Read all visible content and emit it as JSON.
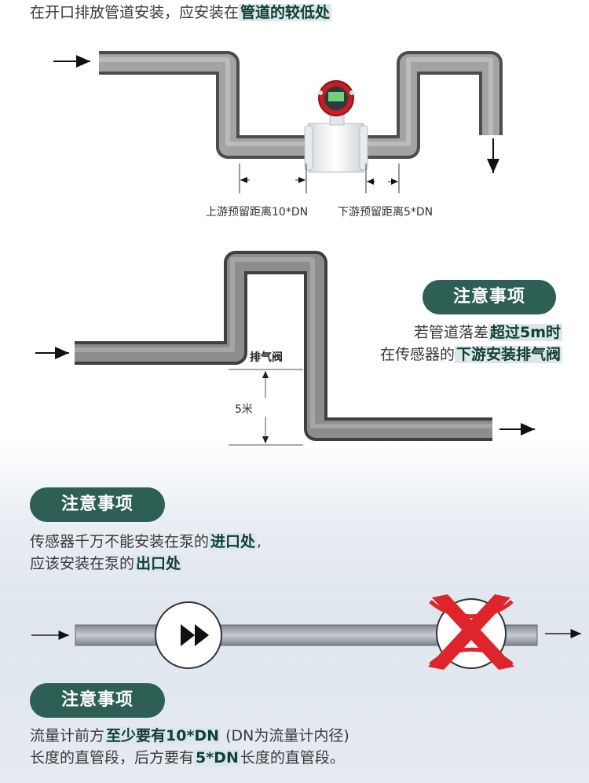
{
  "section1": {
    "intro_plain": "在开口排放管道安装，应安装在",
    "intro_highlight": "管道的较低处",
    "upstream_label": "上游预留距离10*DN",
    "downstream_label": "下游预留距离5*DN"
  },
  "section2": {
    "badge": "注意事项",
    "line1_plain": "若管道落差",
    "line1_highlight": "超过5m时",
    "line2_plain": "在传感器的",
    "line2_highlight": "下游安装排气阀",
    "valve_label": "排气阀",
    "height_label": "5米"
  },
  "section3": {
    "badge": "注意事项",
    "line1_plain": "传感器千万不能安装在泵的",
    "line1_highlight": "进口处",
    "line1_suffix": ",",
    "line2_plain": "应该安装在泵的",
    "line2_highlight": "出口处"
  },
  "section4": {
    "badge": "注意事项",
    "line1_plain": "流量计前方",
    "line1_highlight": "至少要有10*DN",
    "line1_suffix": "(DN为流量计内径)",
    "line2_plain": "长度的直管段，后方要有",
    "line2_highlight": "5*DN",
    "line2_suffix": "长度的直管段。"
  },
  "colors": {
    "accent": "#2e5f54",
    "highlight_bg": "#dde6ea",
    "cross": "#e0242b",
    "pipe": "#808080"
  }
}
